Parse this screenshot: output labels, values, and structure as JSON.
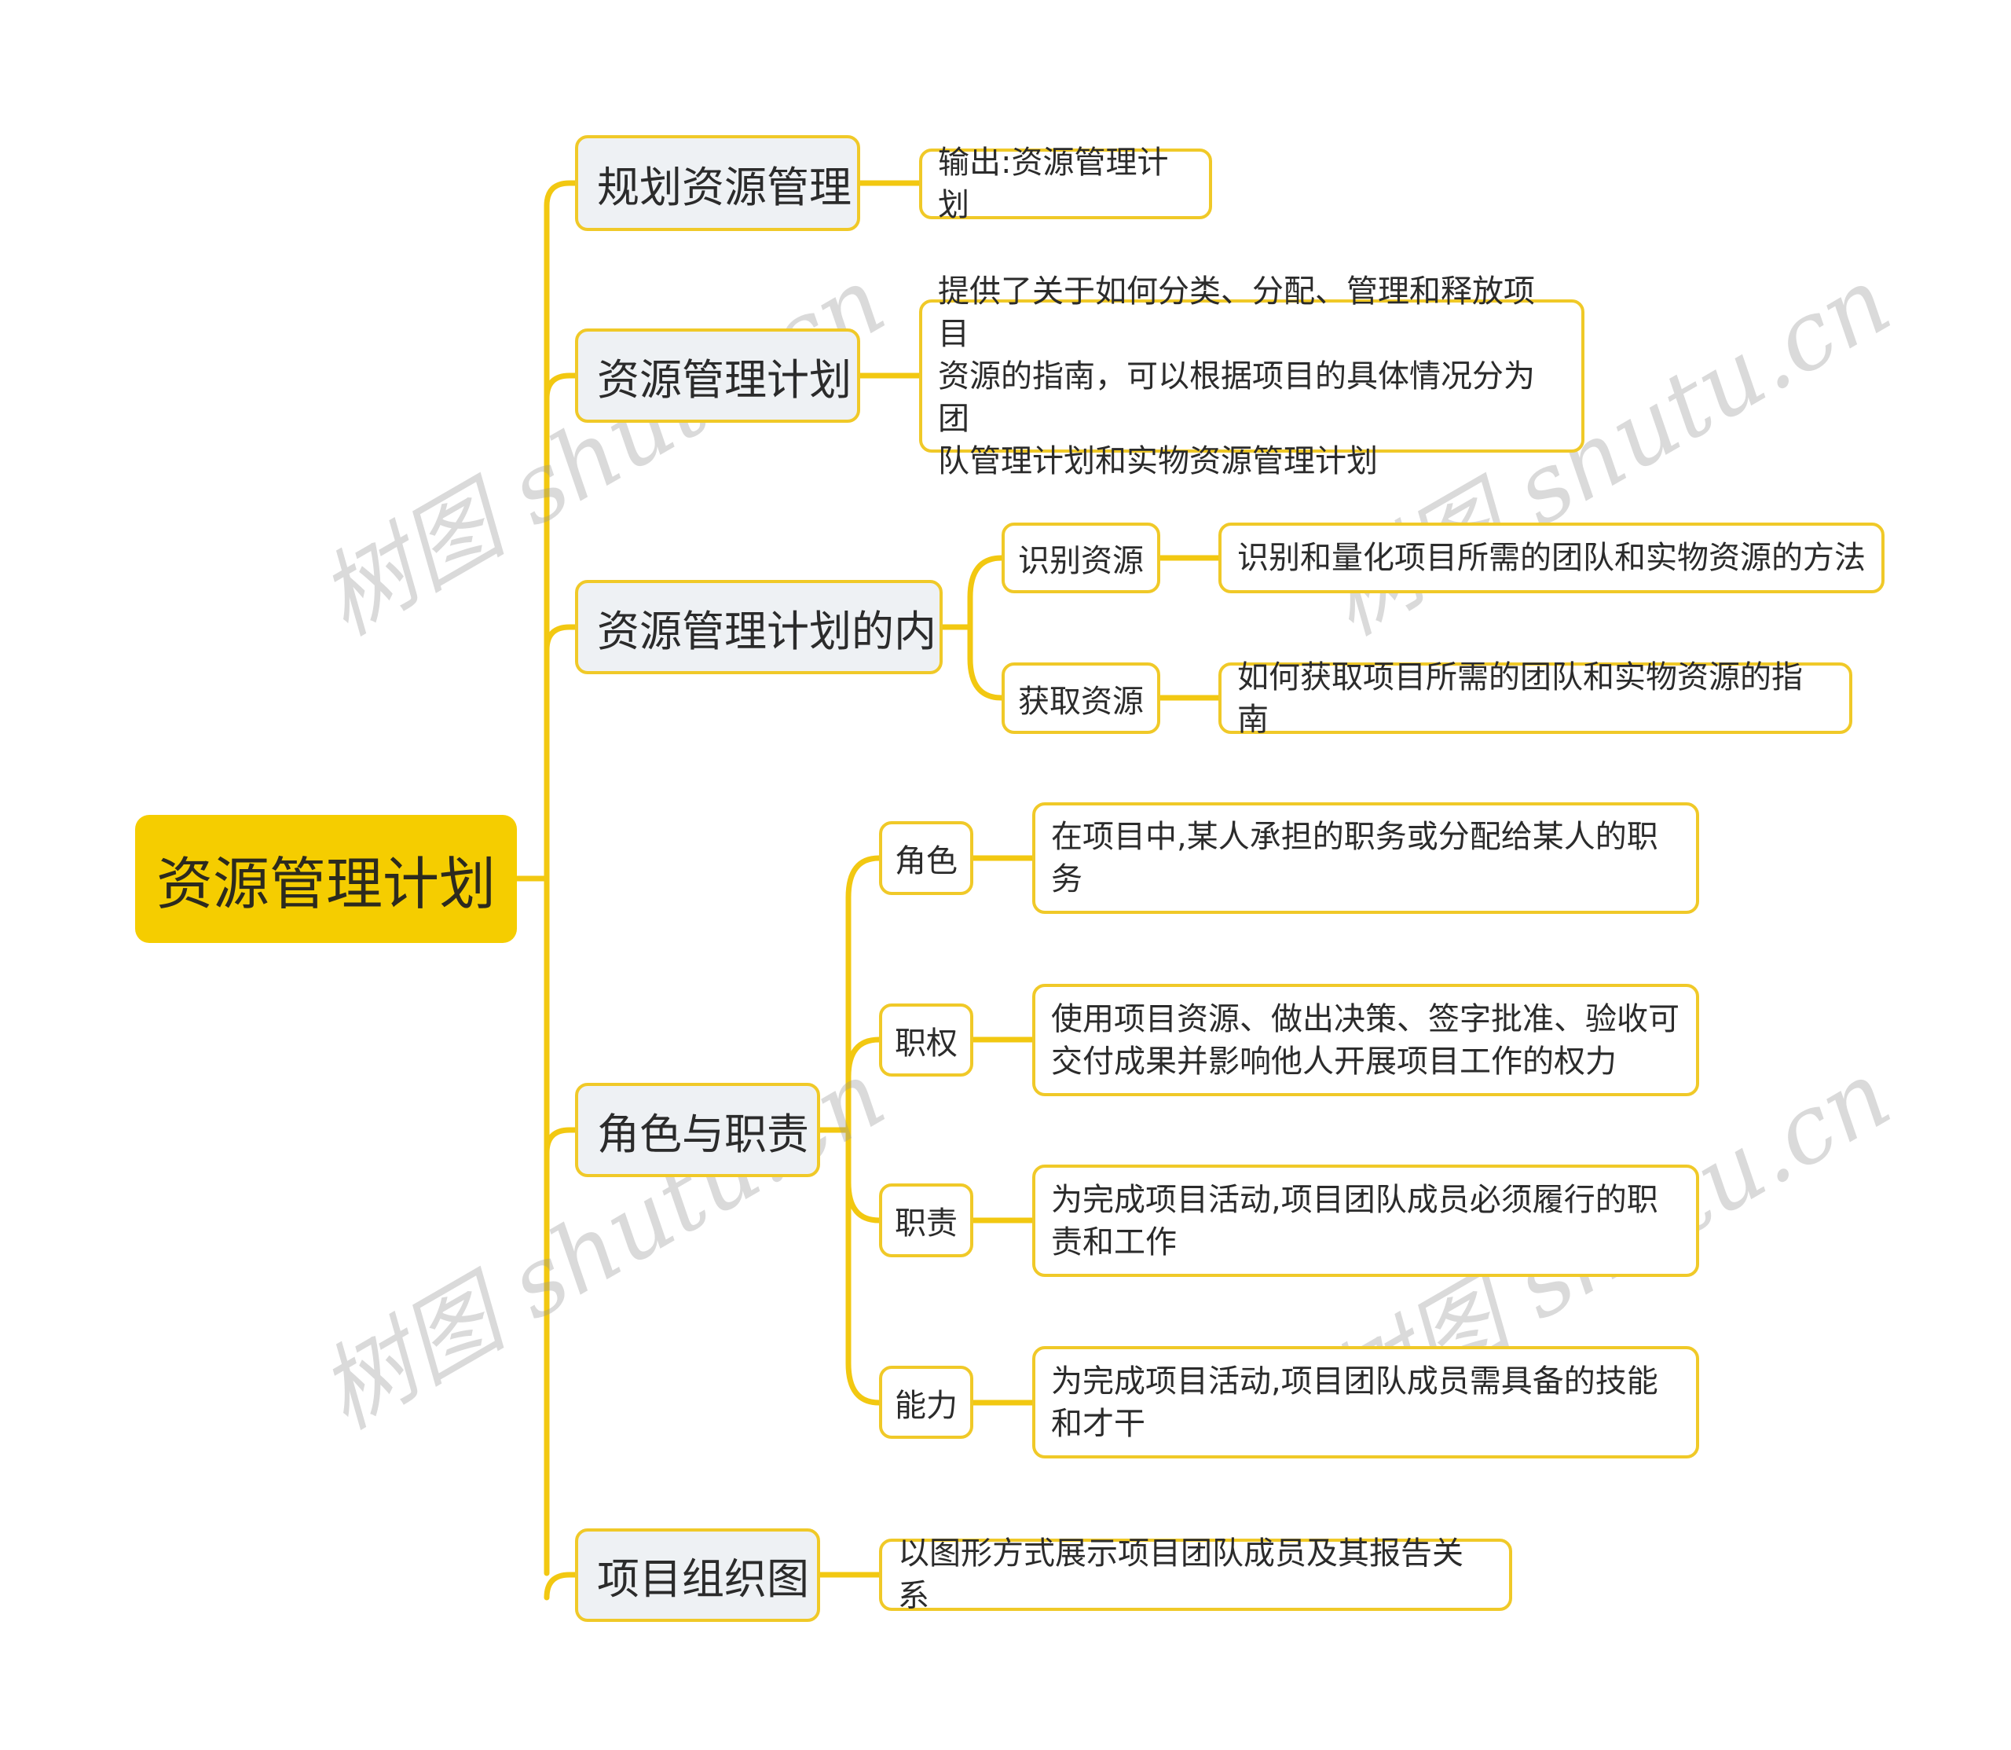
{
  "colors": {
    "root_fill": "#F5CD00",
    "line": "#F2C811",
    "node_border": "#F0C928",
    "l1_fill": "#EEF1F4",
    "leaf_fill": "#FFFFFF",
    "text": "#2B2B2B"
  },
  "watermark": "树图 shutu.cn",
  "root": {
    "label": "资源管理计划"
  },
  "branches": [
    {
      "label": "规划资源管理",
      "leaf": "输出:资源管理计划"
    },
    {
      "label": "资源管理计划",
      "leaf": "提供了关于如何分类、分配、管理和释放项目\n资源的指南，可以根据项目的具体情况分为团\n队管理计划和实物资源管理计划"
    },
    {
      "label": "资源管理计划的内",
      "children": [
        {
          "label": "识别资源",
          "leaf": "识别和量化项目所需的团队和实物资源的方法"
        },
        {
          "label": "获取资源",
          "leaf": "如何获取项目所需的团队和实物资源的指南"
        }
      ]
    },
    {
      "label": "角色与职责",
      "children": [
        {
          "label": "角色",
          "leaf": "在项目中,某人承担的职务或分配给某人的职\n务"
        },
        {
          "label": "职权",
          "leaf": "使用项目资源、做出决策、签字批准、验收可\n交付成果并影响他人开展项目工作的权力"
        },
        {
          "label": "职责",
          "leaf": "为完成项目活动,项目团队成员必须履行的职\n责和工作"
        },
        {
          "label": "能力",
          "leaf": "为完成项目活动,项目团队成员需具备的技能\n和才干"
        }
      ]
    },
    {
      "label": "项目组织图",
      "leaf": "以图形方式展示项目团队成员及其报告关系"
    }
  ]
}
